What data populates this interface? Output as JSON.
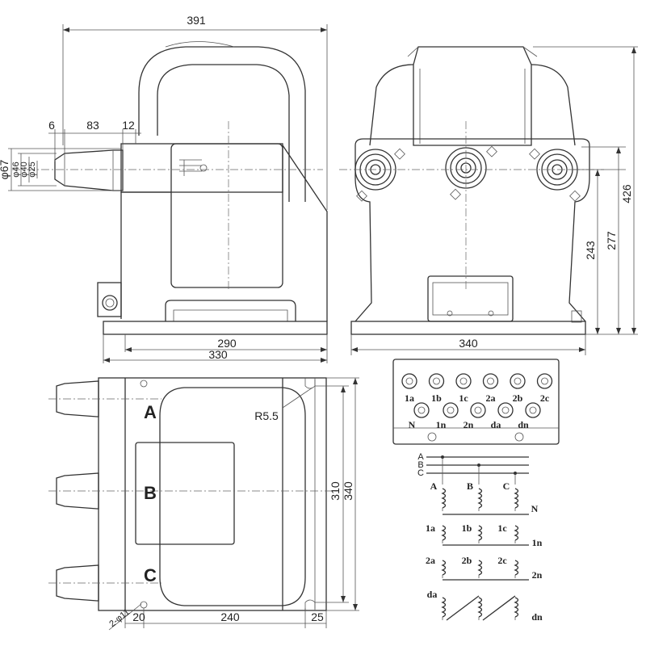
{
  "dimensions": {
    "top_width": "391",
    "bushing_6": "6",
    "bushing_83": "83",
    "bushing_12": "12",
    "dia_67": "φ67",
    "dia_46": "φ46",
    "dia_40": "φ40",
    "dia_25": "φ25",
    "side_base_290": "290",
    "side_base_330": "330",
    "front_base_340": "340",
    "height_243": "243",
    "height_277": "277",
    "height_426": "426",
    "radius": "R5.5",
    "plan_310": "310",
    "plan_340": "340",
    "plan_20": "20",
    "plan_240": "240",
    "plan_25": "25",
    "holes": "2-φ11"
  },
  "phases": {
    "a": "A",
    "b": "B",
    "c": "C"
  },
  "terminal_board": {
    "row1": [
      "1a",
      "1b",
      "1c",
      "2a",
      "2b",
      "2c"
    ],
    "row2": [
      "N",
      "1n",
      "2n",
      "da",
      "dn"
    ]
  },
  "wiring": {
    "bus_a": "A",
    "bus_b": "B",
    "bus_c": "C",
    "primary": [
      "A",
      "B",
      "C"
    ],
    "primary_n": "N",
    "sec1": [
      "1a",
      "1b",
      "1c"
    ],
    "sec1_n": "1n",
    "sec2": [
      "2a",
      "2b",
      "2c"
    ],
    "sec2_n": "2n",
    "tert_start": "da",
    "tert_end": "dn"
  }
}
